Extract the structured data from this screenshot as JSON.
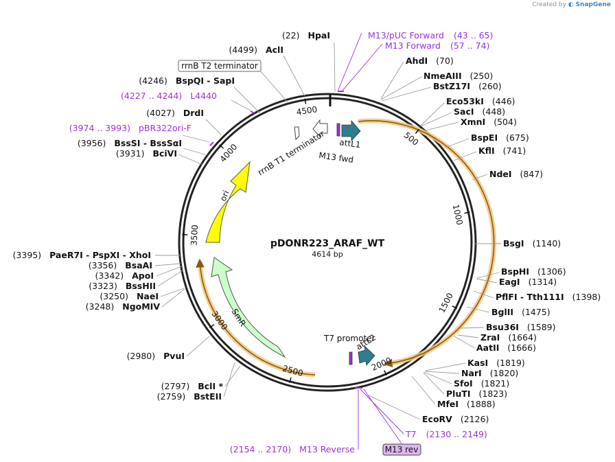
{
  "credit": {
    "prefix": "Created by",
    "brand": "SnapGene"
  },
  "plasmid": {
    "name": "pDONR223_ARAF_WT",
    "length": "4614 bp",
    "bp": 4614
  },
  "ticks": [
    "500",
    "1000",
    "1500",
    "2000",
    "2500",
    "3000",
    "3500",
    "4000",
    "4500"
  ],
  "features": {
    "attL1": "attL1",
    "m13fwd": "M13 fwd",
    "rrnbT1": "rrnB T1 terminator",
    "ori": "ori",
    "smr": "SmR",
    "t7promoter": "T7 promoter",
    "attL2": "attL2"
  },
  "sites_right": [
    {
      "name": "AhdI",
      "pos": "(70)"
    },
    {
      "name": "NmeAIII",
      "pos": "(250)"
    },
    {
      "name": "BstZ17I",
      "pos": "(260)"
    },
    {
      "name": "Eco53kI",
      "pos": "(446)"
    },
    {
      "name": "SacI",
      "pos": "(448)"
    },
    {
      "name": "XmnI",
      "pos": "(504)"
    },
    {
      "name": "BspEI",
      "pos": "(675)"
    },
    {
      "name": "KflI",
      "pos": "(741)"
    },
    {
      "name": "NdeI",
      "pos": "(847)"
    },
    {
      "name": "BsgI",
      "pos": "(1140)"
    },
    {
      "name": "BspHI",
      "pos": "(1306)"
    },
    {
      "name": "EagI",
      "pos": "(1314)"
    },
    {
      "name": "PflFI  -  Tth111I",
      "pos": "(1398)"
    },
    {
      "name": "BglII",
      "pos": "(1475)"
    },
    {
      "name": "Bsu36I",
      "pos": "(1589)"
    },
    {
      "name": "ZraI",
      "pos": "(1664)"
    },
    {
      "name": "AatII",
      "pos": "(1666)"
    },
    {
      "name": "KasI",
      "pos": "(1819)"
    },
    {
      "name": "NarI",
      "pos": "(1820)"
    },
    {
      "name": "SfoI",
      "pos": "(1821)"
    },
    {
      "name": "PluTI",
      "pos": "(1823)"
    },
    {
      "name": "MfeI",
      "pos": "(1888)"
    },
    {
      "name": "EcoRV",
      "pos": "(2126)"
    }
  ],
  "sites_left": [
    {
      "pos": "(22)",
      "name": "HpaI"
    },
    {
      "pos": "(4499)",
      "name": "AclI"
    },
    {
      "pos": "(4246)",
      "name": "BspQI  -  SapI"
    },
    {
      "pos": "(4027)",
      "name": "DrdI"
    },
    {
      "pos": "(3956)",
      "name": "BssSI  -  BssSαI"
    },
    {
      "pos": "(3931)",
      "name": "BciVI"
    },
    {
      "pos": "(3395)",
      "name": "PaeR7I  -  PspXI  -  XhoI"
    },
    {
      "pos": "(3356)",
      "name": "BsaAI"
    },
    {
      "pos": "(3342)",
      "name": "ApoI"
    },
    {
      "pos": "(3323)",
      "name": "BssHII"
    },
    {
      "pos": "(3250)",
      "name": "NaeI"
    },
    {
      "pos": "(3248)",
      "name": "NgoMIV"
    },
    {
      "pos": "(2980)",
      "name": "PvuI"
    },
    {
      "pos": "(2797)",
      "name": "BclI *"
    },
    {
      "pos": "(2759)",
      "name": "BstEII"
    }
  ],
  "primers": {
    "m13puc": {
      "name": "M13/pUC Forward",
      "range": "(43 .. 65)"
    },
    "m13fwd": {
      "name": "M13 Forward",
      "range": "(57 .. 74)"
    },
    "l4440": {
      "range": "(4227 .. 4244)",
      "name": "L4440"
    },
    "pbr322": {
      "range": "(3974 .. 3993)",
      "name": "pBR322ori-F"
    },
    "t7": {
      "name": "T7",
      "range": "(2130 .. 2149)"
    },
    "m13rev": {
      "range": "(2154 .. 2170)",
      "name": "M13 Reverse"
    }
  },
  "boxes": {
    "rrnbT2": "rrnB T2 terminator",
    "m13rev": "M13 rev"
  },
  "colors": {
    "backbone": "#222222",
    "ori": "#ffff00",
    "smr": "#ccffcc",
    "att": "#2e7d91",
    "primer": "#9a33d6",
    "orf": "#f5c77e",
    "orf_line": "#8a5a12"
  }
}
